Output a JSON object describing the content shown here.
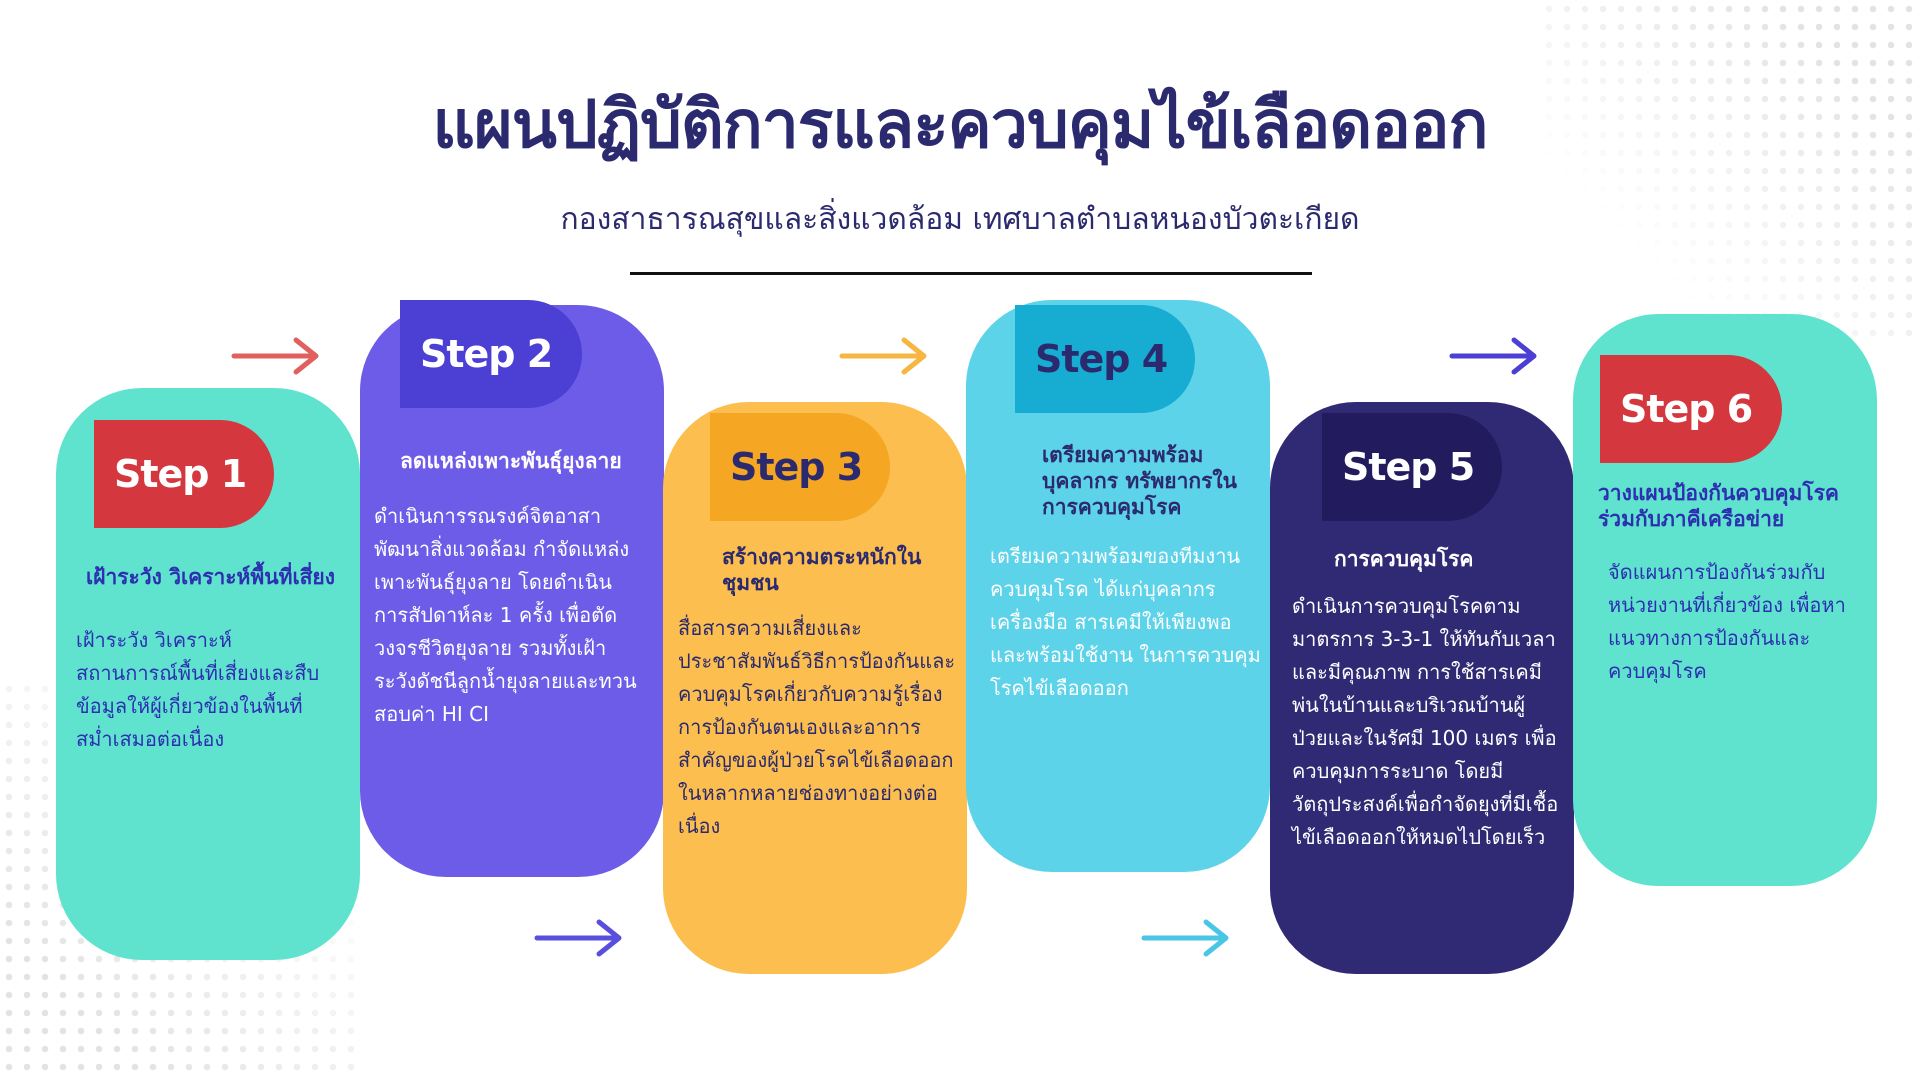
{
  "title": "แผนปฏิบัติการและควบคุมไข้เลือดออก",
  "subtitle": "กองสาธารณสุขและสิ่งแวดล้อม  เทศบาลตำบลหนองบัวตะเกียด",
  "steps": [
    {
      "label": "Step 1",
      "heading": "เฝ้าระวัง วิเคราะห์พื้นที่เสี่ยง",
      "body": "เฝ้าระวัง  วิเคราะห์สถานการณ์พื้นที่เสี่ยงและสืบข้อมูลให้ผู้เกี่ยวข้องในพื้นที่สม่ำเสมอต่อเนื่อง",
      "card_color": "#5fe3cf",
      "tab_color": "#d4373e",
      "tab_text_color": "#ffffff",
      "heading_color": "#2d2fb0",
      "body_color": "#2d2fb0"
    },
    {
      "label": "Step 2",
      "heading": "ลดแหล่งเพาะพันธุ์ยุงลาย",
      "body": "ดำเนินการรณรงค์จิตอาสาพัฒนาสิ่งแวดล้อม  กำจัดแหล่งเพาะพันธุ์ยุงลาย โดยดำเนินการสัปดาห์ละ 1 ครั้ง เพื่อตัดวงจรชีวิตยุงลาย รวมทั้งเฝ้าระวังดัชนีลูกน้ำยุงลายและทวนสอบค่า HI  CI",
      "card_color": "#6d5ce8",
      "tab_color": "#4b3fd4",
      "tab_text_color": "#ffffff",
      "heading_color": "#ffffff",
      "body_color": "#ffffff"
    },
    {
      "label": "Step 3",
      "heading": "สร้างความตระหนักในชุมชน",
      "body": "สื่อสารความเสี่ยงและประชาสัมพันธ์วิธีการป้องกันและควบคุมโรคเกี่ยวกับความรู้เรื่องการป้องกันตนเองและอาการสำคัญของผู้ป่วยโรคไข้เลือดออกในหลากหลายช่องทางอย่างต่อเนื่อง",
      "card_color": "#fcbe4e",
      "tab_color": "#f5a623",
      "tab_text_color": "#2b2a6e",
      "heading_color": "#2b2a6e",
      "body_color": "#2b2a6e"
    },
    {
      "label": "Step 4",
      "heading": "เตรียมความพร้อมบุคลากร ทรัพยากรในการควบคุมโรค",
      "body": "เตรียมความพร้อมของทีมงานควบคุมโรค  ได้แก่บุคลากร เครื่องมือ  สารเคมีให้เพียงพอและพร้อมใช้งาน  ในการควบคุมโรคไข้เลือดออก",
      "card_color": "#5dd3ea",
      "tab_color": "#17acd1",
      "tab_text_color": "#2b2a6e",
      "heading_color": "#2b2a6e",
      "body_color": "#ffffff"
    },
    {
      "label": "Step 5",
      "heading": "การควบคุมโรค",
      "body": "ดำเนินการควบคุมโรคตามมาตรการ 3-3-1 ให้ทันกับเวลาและมีคุณภาพ การใช้สารเคมีพ่นในบ้านและบริเวณบ้านผู้ป่วยและในรัศมี 100 เมตร เพื่อควบคุมการระบาด โดยมีวัตถุประสงค์เพื่อกำจัดยุงที่มีเชื้อไข้เลือดออกให้หมดไปโดยเร็ว",
      "card_color": "#302a75",
      "tab_color": "#221c5e",
      "tab_text_color": "#ffffff",
      "heading_color": "#ffffff",
      "body_color": "#ffffff"
    },
    {
      "label": "Step 6",
      "heading": "วางแผนป้องกันควบคุมโรคร่วมกับภาคีเครือข่าย",
      "body": "จัดแผนการป้องกันร่วมกับหน่วยงานที่เกี่ยวข้อง เพื่อหาแนวทางการป้องกันและควบคุมโรค",
      "card_color": "#5fe3cf",
      "tab_color": "#d4373e",
      "tab_text_color": "#ffffff",
      "heading_color": "#2d2fb0",
      "body_color": "#2d2fb0"
    }
  ],
  "arrows": [
    {
      "name": "arrow-step1-to-step2",
      "color": "#e06060"
    },
    {
      "name": "arrow-step2-to-step3",
      "color": "#5a4fdc"
    },
    {
      "name": "arrow-step3-to-step4",
      "color": "#f5b642"
    },
    {
      "name": "arrow-step4-to-step5",
      "color": "#49c6e5"
    },
    {
      "name": "arrow-step5-to-step6",
      "color": "#4b3fd4"
    }
  ]
}
